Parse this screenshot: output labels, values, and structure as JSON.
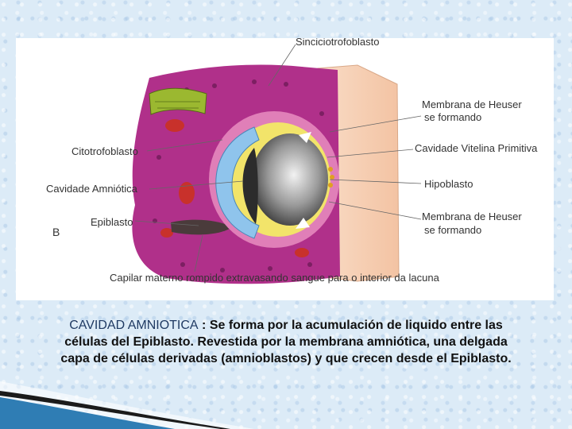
{
  "figure": {
    "panel_letter": "B",
    "labels": {
      "sinciciotrofoblasto": "Sinciciotrofoblasto",
      "membrana_heuser_top_1": "Membrana de Heuser",
      "membrana_heuser_top_2": "se formando",
      "citotrofoblasto": "Citotrofoblasto",
      "cavidade_vitelina": "Cavidade Vitelina Primitiva",
      "cavidade_amniotica": "Cavidade Amniótica",
      "hipoblasto": "Hipoblasto",
      "epiblasto": "Epiblasto",
      "membrana_heuser_bottom_1": "Membrana de Heuser",
      "membrana_heuser_bottom_2": "se formando",
      "capilar": "Capilar materno rompido extravasando sangue para o interior da lacuna"
    }
  },
  "caption": {
    "term": "CAVIDAD AMNIOTICA",
    "text": " : Se forma por la acumulación de liquido entre las células del Epiblasto. Revestida por la membrana amniótica, una delgada capa de células derivadas (amnioblastos) y que crecen desde el Epiblasto."
  },
  "colors": {
    "syncytio": "#b0308a",
    "cyto": "#e07fb8",
    "epiblast": "#8fc4ec",
    "hypoblast": "#f2e46a",
    "yolk_cavity": "#7a7a7a",
    "endometrium": "#f6cdb2",
    "lacuna_blood": "#c8312b",
    "decor_blue": "#2f7db4"
  }
}
